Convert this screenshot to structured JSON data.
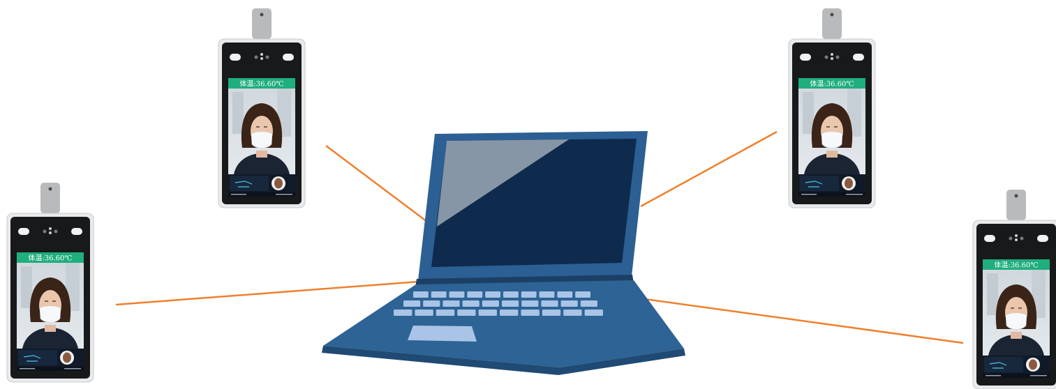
{
  "colors": {
    "connection_line": "#f07f2c",
    "laptop_lid": "#2c5f93",
    "laptop_screen_dark": "#0e2a4d",
    "laptop_screen_glare": "#8796a6",
    "laptop_base": "#2d6395",
    "laptop_keys": "#a9c4e6",
    "device_frame": "#e9eaec",
    "device_body": "#18191b",
    "temperature_banner": "#1fae7d"
  },
  "laptop": {
    "icon": "laptop-icon"
  },
  "devices": [
    {
      "id": "top-left",
      "temperature_text": "体温:36.60℃"
    },
    {
      "id": "bottom-left",
      "temperature_text": "体温:36.60℃"
    },
    {
      "id": "top-right",
      "temperature_text": "体温:36.60℃"
    },
    {
      "id": "bottom-right",
      "temperature_text": "体温:36.60℃"
    }
  ]
}
